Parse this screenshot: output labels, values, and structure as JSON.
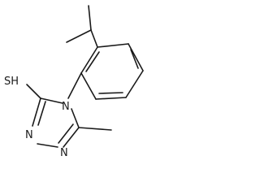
{
  "labels": {
    "thiol": "SH",
    "n_upper": "N",
    "n_lower_left": "N",
    "n_lower_right": "N"
  }
}
